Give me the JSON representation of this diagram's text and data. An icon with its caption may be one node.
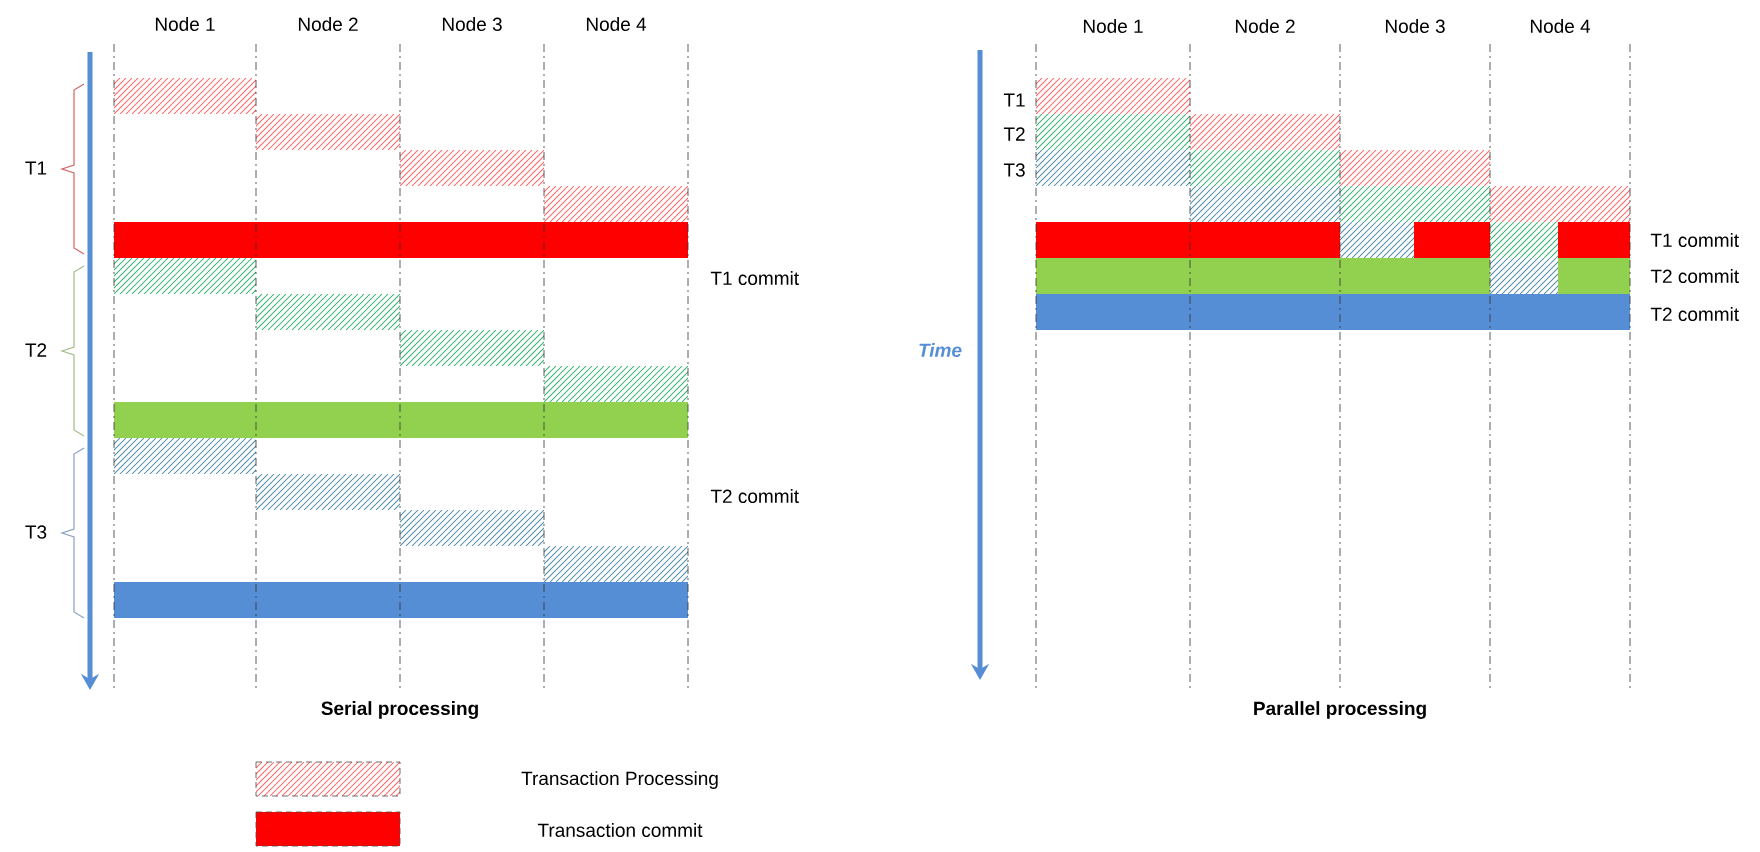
{
  "diagram": {
    "labels": [
      "Node 1",
      "Node 2",
      "Node 3",
      "Node 4",
      "T1",
      "T1 commit",
      "T2",
      "T2 commit",
      "T3",
      "Serial processing",
      "Node 1",
      "Node 2",
      "Node 3",
      "Node 4",
      "T1",
      "T2",
      "T3",
      "T1 commit",
      "T2 commit",
      "Time",
      "T2 commit",
      "Parallel processing"
    ],
    "legend": [
      {
        "text": "Transaction Processing"
      },
      {
        "text": "Transaction commit",
        "color": "#ff0000"
      }
    ]
  }
}
